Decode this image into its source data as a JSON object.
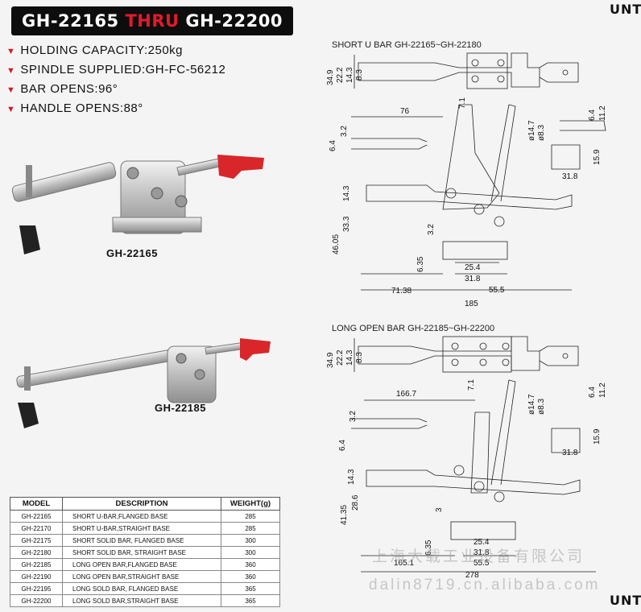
{
  "header": {
    "title_part1": "GH-22165",
    "title_mid": "THRU",
    "title_part2": "GH-22200",
    "unt_top": "UNT",
    "unt_bottom": "UNT"
  },
  "specs": [
    "HOLDING CAPACITY:250kg",
    "SPINDLE SUPPLIED:GH-FC-56212",
    "BAR OPENS:96°",
    "HANDLE OPENS:88°"
  ],
  "products": {
    "top_caption": "GH-22165",
    "bottom_caption": "GH-22185"
  },
  "drawings": {
    "top_title": "SHORT U BAR GH-22165~GH-22180",
    "bottom_title": "LONG OPEN BAR GH-22185~GH-22200",
    "top_dims": {
      "d349": "34.9",
      "d222": "22.2",
      "d143": "14.3",
      "d83": "8.3",
      "d71": "7.1",
      "d76": "76",
      "d32": "3.2",
      "d64": "6.4",
      "d147": "ø14.7",
      "d83b": "ø8.3",
      "d64b": "6.4",
      "d112": "11.2",
      "d159": "15.9",
      "d318": "31.8",
      "d143b": "14.3",
      "d333": "33.3",
      "d4605": "46.05",
      "d32b": "3.2",
      "d635": "6.35",
      "d254": "25.4",
      "d318b": "31.8",
      "d7138": "71.38",
      "d555": "55.5",
      "d185": "185"
    },
    "bottom_dims": {
      "d349": "34.9",
      "d222": "22.2",
      "d143": "14.3",
      "d83": "8.3",
      "d71": "7.1",
      "d1667": "166.7",
      "d32": "3.2",
      "d64": "6.4",
      "d147": "ø14.7",
      "d83b": "ø8.3",
      "d64b": "6.4",
      "d112": "11.2",
      "d159": "15.9",
      "d318": "31.8",
      "d143b": "14.3",
      "d286": "28.6",
      "d4135": "41.35",
      "d3": "3",
      "d635": "6.35",
      "d254": "25.4",
      "d318b": "31.8",
      "d1651": "165.1",
      "d555": "55.5",
      "d278": "278"
    }
  },
  "table": {
    "headers": [
      "MODEL",
      "DESCRIPTION",
      "WEIGHT(g)"
    ],
    "rows": [
      [
        "GH-22165",
        "SHORT U-BAR,FLANGED BASE",
        "285"
      ],
      [
        "GH-22170",
        "SHORT U-BAR,STRAIGHT BASE",
        "285"
      ],
      [
        "GH-22175",
        "SHORT SOLID BAR, FLANGED BASE",
        "300"
      ],
      [
        "GH-22180",
        "SHORT SOLID BAR, STRAIGHT BASE",
        "300"
      ],
      [
        "GH-22185",
        "LONG OPEN BAR,FLANGED BASE",
        "360"
      ],
      [
        "GH-22190",
        "LONG OPEN BAR,STRAIGHT BASE",
        "360"
      ],
      [
        "GH-22195",
        "LONG SOLD BAR, FLANGED BASE",
        "365"
      ],
      [
        "GH-22200",
        "LONG SOLD BAR,STRAIGHT BASE",
        "365"
      ]
    ]
  },
  "watermark": {
    "line1": "上海大载工业设备有限公司",
    "line2": "dalin8719.cn.alibaba.com"
  },
  "colors": {
    "accent_red": "#e21a2a",
    "header_bg": "#0d0d0d"
  }
}
